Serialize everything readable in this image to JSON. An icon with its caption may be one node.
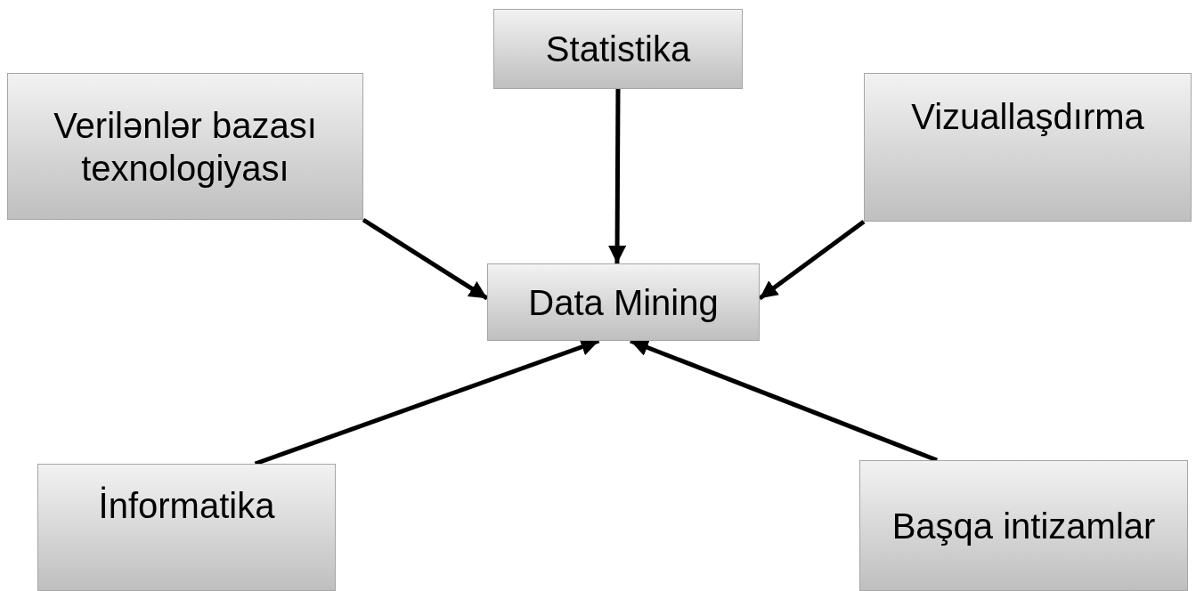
{
  "diagram": {
    "nodes": [
      {
        "text": [
          "Statistika"
        ]
      },
      {
        "text": [
          "Verilənlər bazası texnologiyası"
        ]
      },
      {
        "text": [
          "Vizuallaşdırma"
        ]
      },
      {
        "text": [
          "Data Mining"
        ]
      },
      {
        "text": [
          "İnformatika"
        ]
      },
      {
        "text": [
          "Başqa intizamlar"
        ]
      }
    ],
    "edges": [
      {
        "from": 1,
        "to": 3,
        "arrow": "to"
      },
      {
        "from": 0,
        "to": 3,
        "arrow": "to"
      },
      {
        "from": 2,
        "to": 3,
        "arrow": "to"
      },
      {
        "from": 4,
        "to": 3,
        "arrow": "to"
      },
      {
        "from": 5,
        "to": 3,
        "arrow": "to"
      }
    ]
  }
}
